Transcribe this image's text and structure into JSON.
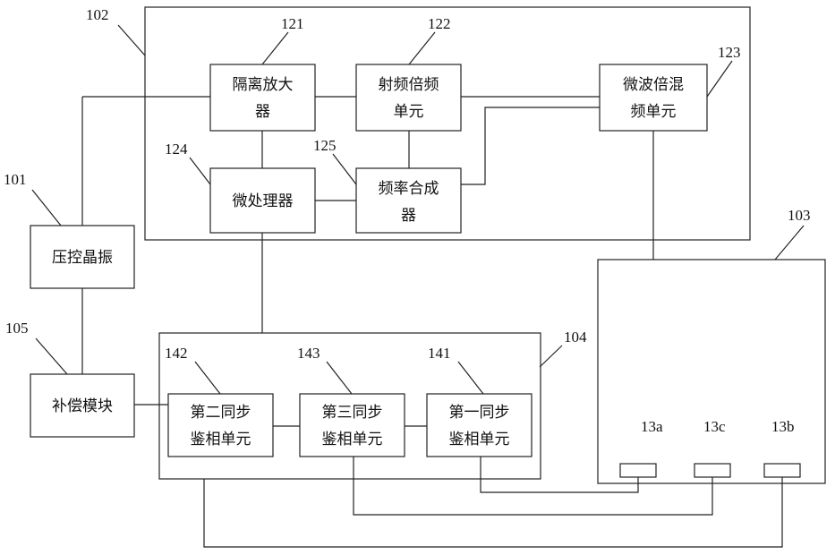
{
  "labels": {
    "ref_102": "102",
    "ref_101": "101",
    "ref_103": "103",
    "ref_104": "104",
    "ref_105": "105",
    "ref_121": "121",
    "ref_122": "122",
    "ref_123": "123",
    "ref_124": "124",
    "ref_125": "125",
    "ref_141": "141",
    "ref_142": "142",
    "ref_143": "143",
    "port_13a": "13a",
    "port_13b": "13b",
    "port_13c": "13c"
  },
  "blocks": {
    "isolation_amp": [
      "隔离放大",
      "器"
    ],
    "rf_multiplier": [
      "射频倍频",
      "单元"
    ],
    "microwave_mixer": [
      "微波倍混",
      "频单元"
    ],
    "microprocessor": [
      "微处理器"
    ],
    "freq_synth": [
      "频率合成",
      "器"
    ],
    "vcxo": [
      "压控晶振"
    ],
    "compensation": [
      "补偿模块"
    ],
    "phase_unit_2": [
      "第二同步",
      "鉴相单元"
    ],
    "phase_unit_3": [
      "第三同步",
      "鉴相单元"
    ],
    "phase_unit_1": [
      "第一同步",
      "鉴相单元"
    ]
  }
}
